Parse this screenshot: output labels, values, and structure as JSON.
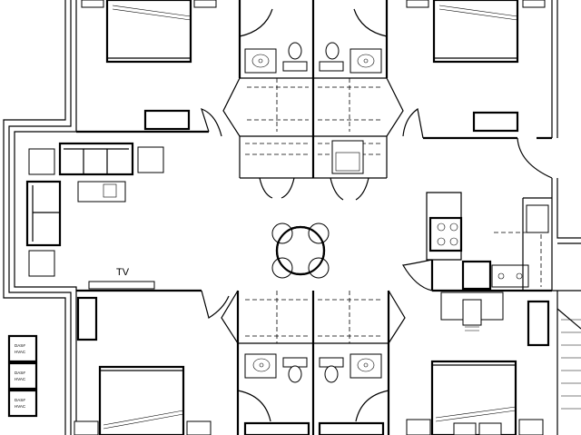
{
  "labels": {
    "tv": "TV",
    "unit_line1": "DAS#",
    "unit_line2": "HVAC"
  }
}
